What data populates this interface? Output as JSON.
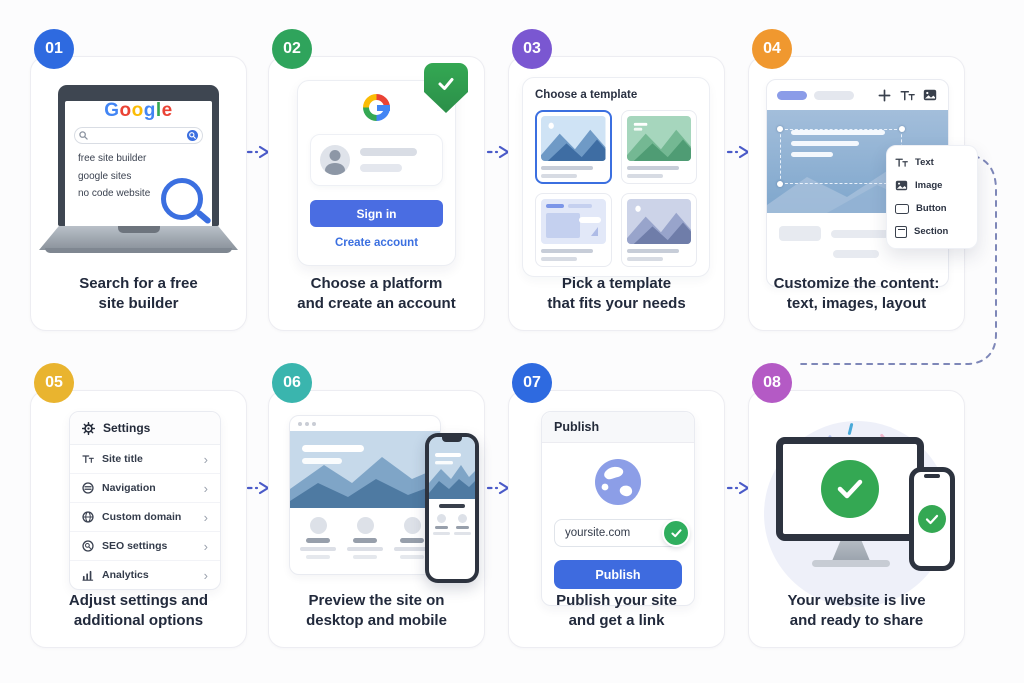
{
  "colors": {
    "arrow": "#4a5ac8",
    "connector": "#7e87b8",
    "google_blue": "#4285F4",
    "google_red": "#EA4335",
    "google_yellow": "#FBBC05",
    "google_green": "#34A853",
    "success_green": "#2fae5e",
    "primary_button_blue": "#3e6bdf",
    "badge_colors": [
      "#2e6ae0",
      "#2fa45c",
      "#7a57d1",
      "#f0982f",
      "#e9b42f",
      "#3ab5ae",
      "#2e6ae0",
      "#b45ac5"
    ]
  },
  "steps": [
    {
      "number": "01",
      "caption_line1": "Search for a free",
      "caption_line2": "site builder"
    },
    {
      "number": "02",
      "caption_line1": "Choose a platform",
      "caption_line2": "and create an account"
    },
    {
      "number": "03",
      "caption_line1": "Pick a template",
      "caption_line2": "that fits your needs"
    },
    {
      "number": "04",
      "caption_line1": "Customize the content:",
      "caption_line2": "text, images, layout"
    },
    {
      "number": "05",
      "caption_line1": "Adjust settings and",
      "caption_line2": "additional options"
    },
    {
      "number": "06",
      "caption_line1": "Preview the site on",
      "caption_line2": "desktop and mobile"
    },
    {
      "number": "07",
      "caption_line1": "Publish your site",
      "caption_line2": "and get a link"
    },
    {
      "number": "08",
      "caption_line1": "Your website is live",
      "caption_line2": "and ready to share"
    }
  ],
  "step01": {
    "logo_letters": [
      {
        "ch": "G",
        "color": "#4285F4"
      },
      {
        "ch": "o",
        "color": "#EA4335"
      },
      {
        "ch": "o",
        "color": "#FBBC05"
      },
      {
        "ch": "g",
        "color": "#4285F4"
      },
      {
        "ch": "l",
        "color": "#34A853"
      },
      {
        "ch": "e",
        "color": "#EA4335"
      }
    ],
    "suggestions": [
      "free site builder",
      "google sites",
      "no code website"
    ]
  },
  "step02": {
    "sign_in_label": "Sign in",
    "create_account_label": "Create account"
  },
  "step03": {
    "header": "Choose a template"
  },
  "step04": {
    "menu_items": [
      "Text",
      "Image",
      "Button",
      "Section"
    ]
  },
  "step05": {
    "header": "Settings",
    "chevron": "›",
    "items": [
      {
        "icon": "text-icon",
        "label": "Site title"
      },
      {
        "icon": "navigation-icon",
        "label": "Navigation"
      },
      {
        "icon": "globe-icon",
        "label": "Custom domain"
      },
      {
        "icon": "search-icon",
        "label": "SEO settings"
      },
      {
        "icon": "analytics-icon",
        "label": "Analytics"
      }
    ]
  },
  "step07": {
    "header": "Publish",
    "url_value": "yoursite.com",
    "publish_button_label": "Publish"
  }
}
